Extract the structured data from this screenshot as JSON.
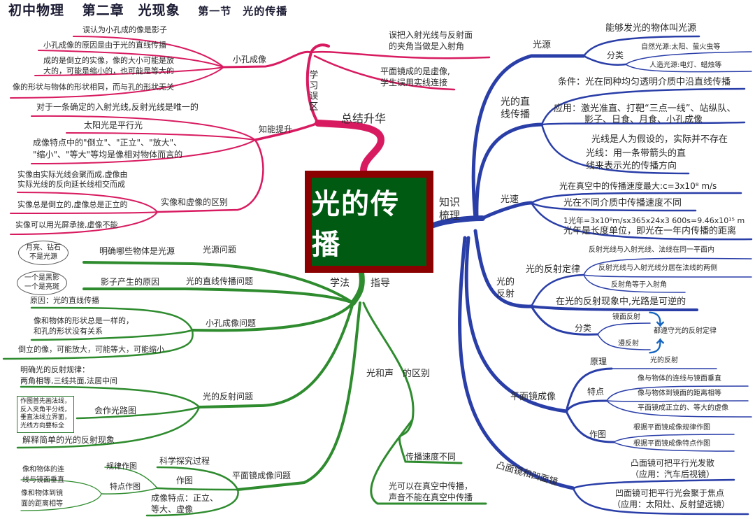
{
  "title": {
    "subject": "初中物理",
    "chapter": "第二章　光现象",
    "section": "第一节　光的传播"
  },
  "center": {
    "label": "光的传播"
  },
  "colors": {
    "pink_branch": "#d81b60",
    "blue_branch": "#2a3ea8",
    "green_branch": "#2e8b2e",
    "center_border": "#8b0000",
    "center_fill": "#005a12"
  },
  "summary": {
    "label": "总结升华",
    "mistakes": {
      "label": "学习误区",
      "items": [
        "误把入射光线与反射面",
        "的夹角当做是入射角",
        "平面镜成的是虚像,",
        "学生误用实线连接"
      ]
    },
    "pinhole": {
      "label": "小孔成像",
      "items": [
        "误认为小孔成的像是影子",
        "小孔成像的原因是由于光的直线传播",
        "成的是倒立的实像，像的大小可能是放",
        "大的，可能是缩小的，也可能是等大的",
        "像的形状与物体的形状相同，而与孔的形状无关"
      ]
    },
    "ability": {
      "label": "知能提升",
      "items": [
        "对于一条确定的入射光线,反射光线是唯一的",
        "太阳光是平行光",
        "成像特点中的\"倒立\"、\"正立\"、\"放大\"、",
        "\"缩小\"、\"等大\"等均是像相对物体而言的"
      ]
    },
    "real_virtual": {
      "label": "实像和虚像的区别",
      "items": [
        "实像由实际光线会聚而成,虚像由",
        "实际光线的反向延长线相交而成",
        "实像总是倒立的,虚像总是正立的",
        "实像可以用光屏承接,虚像不能"
      ]
    }
  },
  "knowledge": {
    "label": "知识梳理",
    "light_source": {
      "label": "光源",
      "definition": "能够发光的物体叫光源",
      "classify_label": "分类",
      "natural": "自然光源:太阳、萤火虫等",
      "artificial": "人造光源:电灯、蜡烛等"
    },
    "straight": {
      "label1": "光的直",
      "label2": "线传播",
      "condition": "条件：光在同种均匀透明介质中沿直线传播",
      "application1": "应用：激光准直、打靶“三点一线”、站纵队、",
      "application2": "影子、日食、月食、小孔成像",
      "ray_fact": "光线是人为假设的，实际并不存在",
      "ray_def1": "光线：用一条带箭头的直",
      "ray_def2": "线来表示光的传播方向"
    },
    "speed": {
      "label": "光速",
      "max": "光在真空中的传播速度最大:c=3x10⁸ m/s",
      "media": "光在不同介质中传播速度不同",
      "lightyear_calc": "1光年=3x10⁸m/sx365x24x3 600s=9.46x10¹⁵ m",
      "lightyear_def": "光年是长度单位，即光在一年内传播的距离"
    },
    "reflection": {
      "label1": "光的",
      "label2": "反射",
      "law_label": "光的反射定律",
      "law_items": [
        "反射光线与入射光线、法线在同一平面内",
        "反射光线与入射光线分居在法线的两侧",
        "反射角等于入射角"
      ],
      "reversible": "在光的反射现象中,光路是可逆的",
      "classify_label": "分类",
      "specular": "镜面反射",
      "diffuse": "漫反射",
      "both_obey": "都遵守光的反射定律"
    },
    "plane_mirror": {
      "label": "平面镜成像",
      "principle_label": "原理",
      "principle": "光的反射",
      "features_label": "特点",
      "features": [
        "像与物体的连线与镜面垂直",
        "像与物体到镜面的距离相等",
        "平面镜成正立的、等大的虚像"
      ],
      "drawing_label": "作图",
      "drawing": [
        "根据平面镜成像规律作图",
        "根据平面镜成像特点作图"
      ]
    },
    "curved_mirror": {
      "label": "凸面镜和凹面镜",
      "convex1": "凸面镜可把平行光发散",
      "convex2": "（应用：汽车后视镜）",
      "concave1": "凹面镜可把平行光会聚于焦点",
      "concave2": "（应用：太阳灶、反射望远镜）"
    }
  },
  "method": {
    "label_left": "学法",
    "label_right": "指导",
    "source_problem": {
      "label": "光源问题",
      "item": "明确哪些物体是光源",
      "bubble1": "月亮、钻石",
      "bubble2": "不是光源"
    },
    "straight_problem": {
      "label": "光的直线传播问题",
      "item": "影子产生的原因",
      "bubble1": "一个是黑影",
      "bubble2": "一个是亮斑"
    },
    "pinhole_problem": {
      "label": "小孔成像问题",
      "items": [
        "原因：光的直线传播",
        "像和物体的形状总是一样的，",
        "和孔的形状没有关系",
        "倒立的像，可能放大，可能等大，可能缩小"
      ]
    },
    "reflection_problem": {
      "label": "光的反射问题",
      "law1": "明确光的反射规律：",
      "law2": "两角相等,三线共面,法居中间",
      "draw_label": "会作光路图",
      "draw_box": [
        "作图首先画法线，",
        "反入夹角平分线，",
        "垂直法线立界面，",
        "光线方向要标全"
      ],
      "explain": "解释简单的光的反射现象"
    },
    "mirror_problem": {
      "label": "平面镜成像问题",
      "process": "科学探究过程",
      "draw_label": "作图",
      "rule_draw": "规律作图",
      "feature_draw": "特点作图",
      "feat1a": "像和物体的连",
      "feat1b": "线与镜面垂直",
      "feat2a": "像和物体到镜",
      "feat2b": "面的距离相等",
      "imaging1": "成像特点：正立、",
      "imaging2": "等大、虚像"
    },
    "light_sound": {
      "label": "光和声　的区别",
      "speed": "传播速度不同",
      "vacuum1": "光可以在真空中传播，",
      "vacuum2": "声音不能在真空中传播"
    }
  }
}
